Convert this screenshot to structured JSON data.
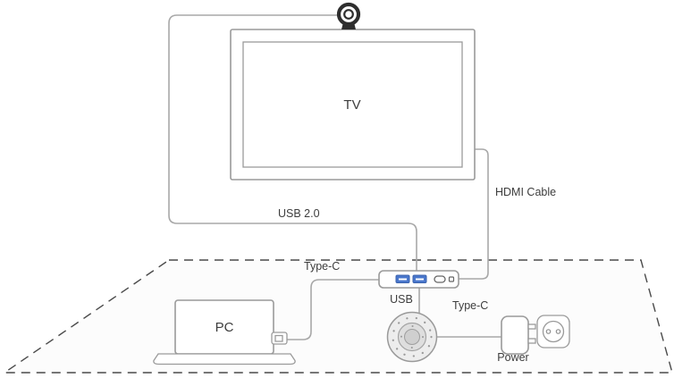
{
  "diagram": {
    "labels": {
      "tv": "TV",
      "pc": "PC",
      "usb_cable": "USB 2.0",
      "hdmi_cable": "HDMI Cable",
      "type_c_pc": "Type-C",
      "type_c_power": "Type-C",
      "usb_port": "USB",
      "power": "Power"
    },
    "colors": {
      "cable": "#a8a8a8",
      "device_outline": "#9a9a9a",
      "text": "#3d3d3d",
      "table_border": "#4a4a4a",
      "usb_port_blue": "#4a77cc",
      "camera_ring": "#2e2e2e"
    }
  }
}
